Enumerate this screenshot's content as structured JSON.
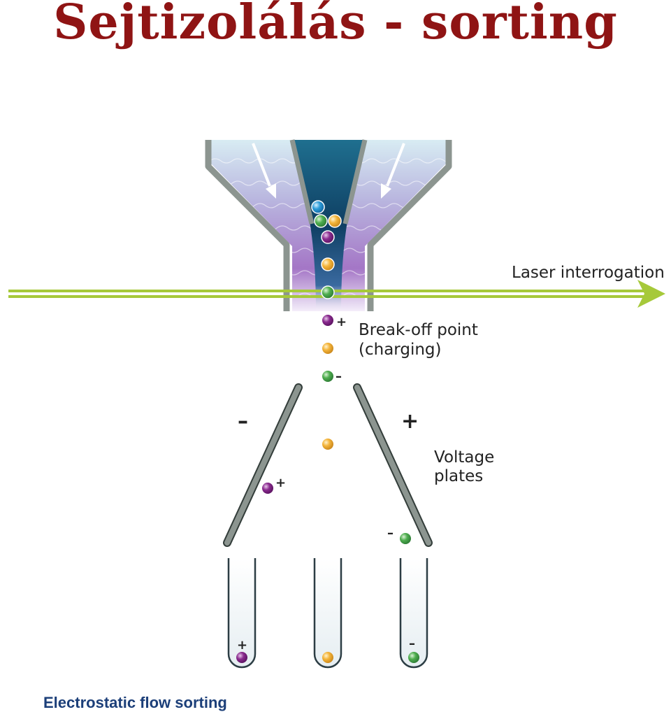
{
  "title": "Sejtizolálás - sorting",
  "labels": {
    "laser": "Laser interrogation",
    "breakoff_line1": "Break-off point",
    "breakoff_line2": "(charging)",
    "voltage_line1": "Voltage",
    "voltage_line2": "plates",
    "minus": "–",
    "plus": "+"
  },
  "footer": "Electrostatic flow sorting",
  "colors": {
    "title": "#8f1414",
    "laser": "#a6c93a",
    "plates": "#8c9590",
    "particle_purple": "#8a2b8f",
    "particle_yellow": "#f4b43a",
    "particle_green": "#4fae4f",
    "particle_blue": "#2a9bd8"
  }
}
